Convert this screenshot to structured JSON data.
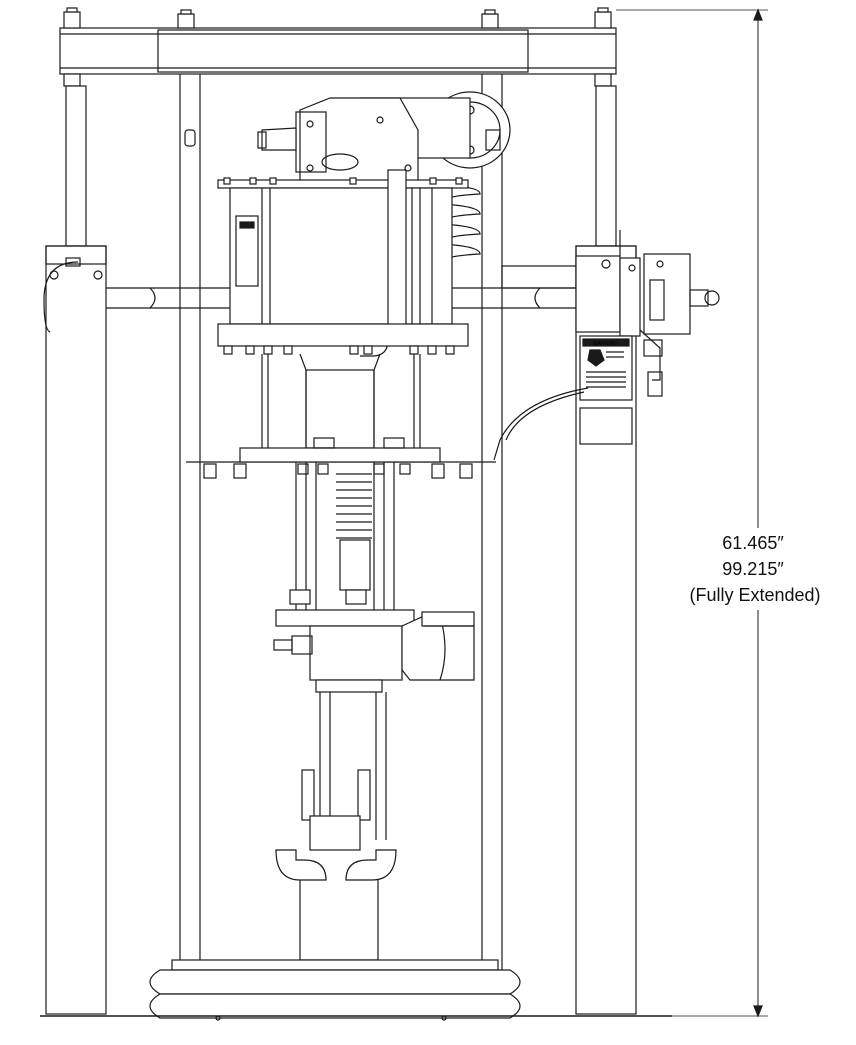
{
  "dimension": {
    "value_retracted": "61.465″",
    "value_extended": "99.215″",
    "note": "(Fully Extended)"
  },
  "warning_label": {
    "title": "WARNING"
  },
  "colors": {
    "line": "#1a1a1a",
    "background": "#ffffff"
  }
}
